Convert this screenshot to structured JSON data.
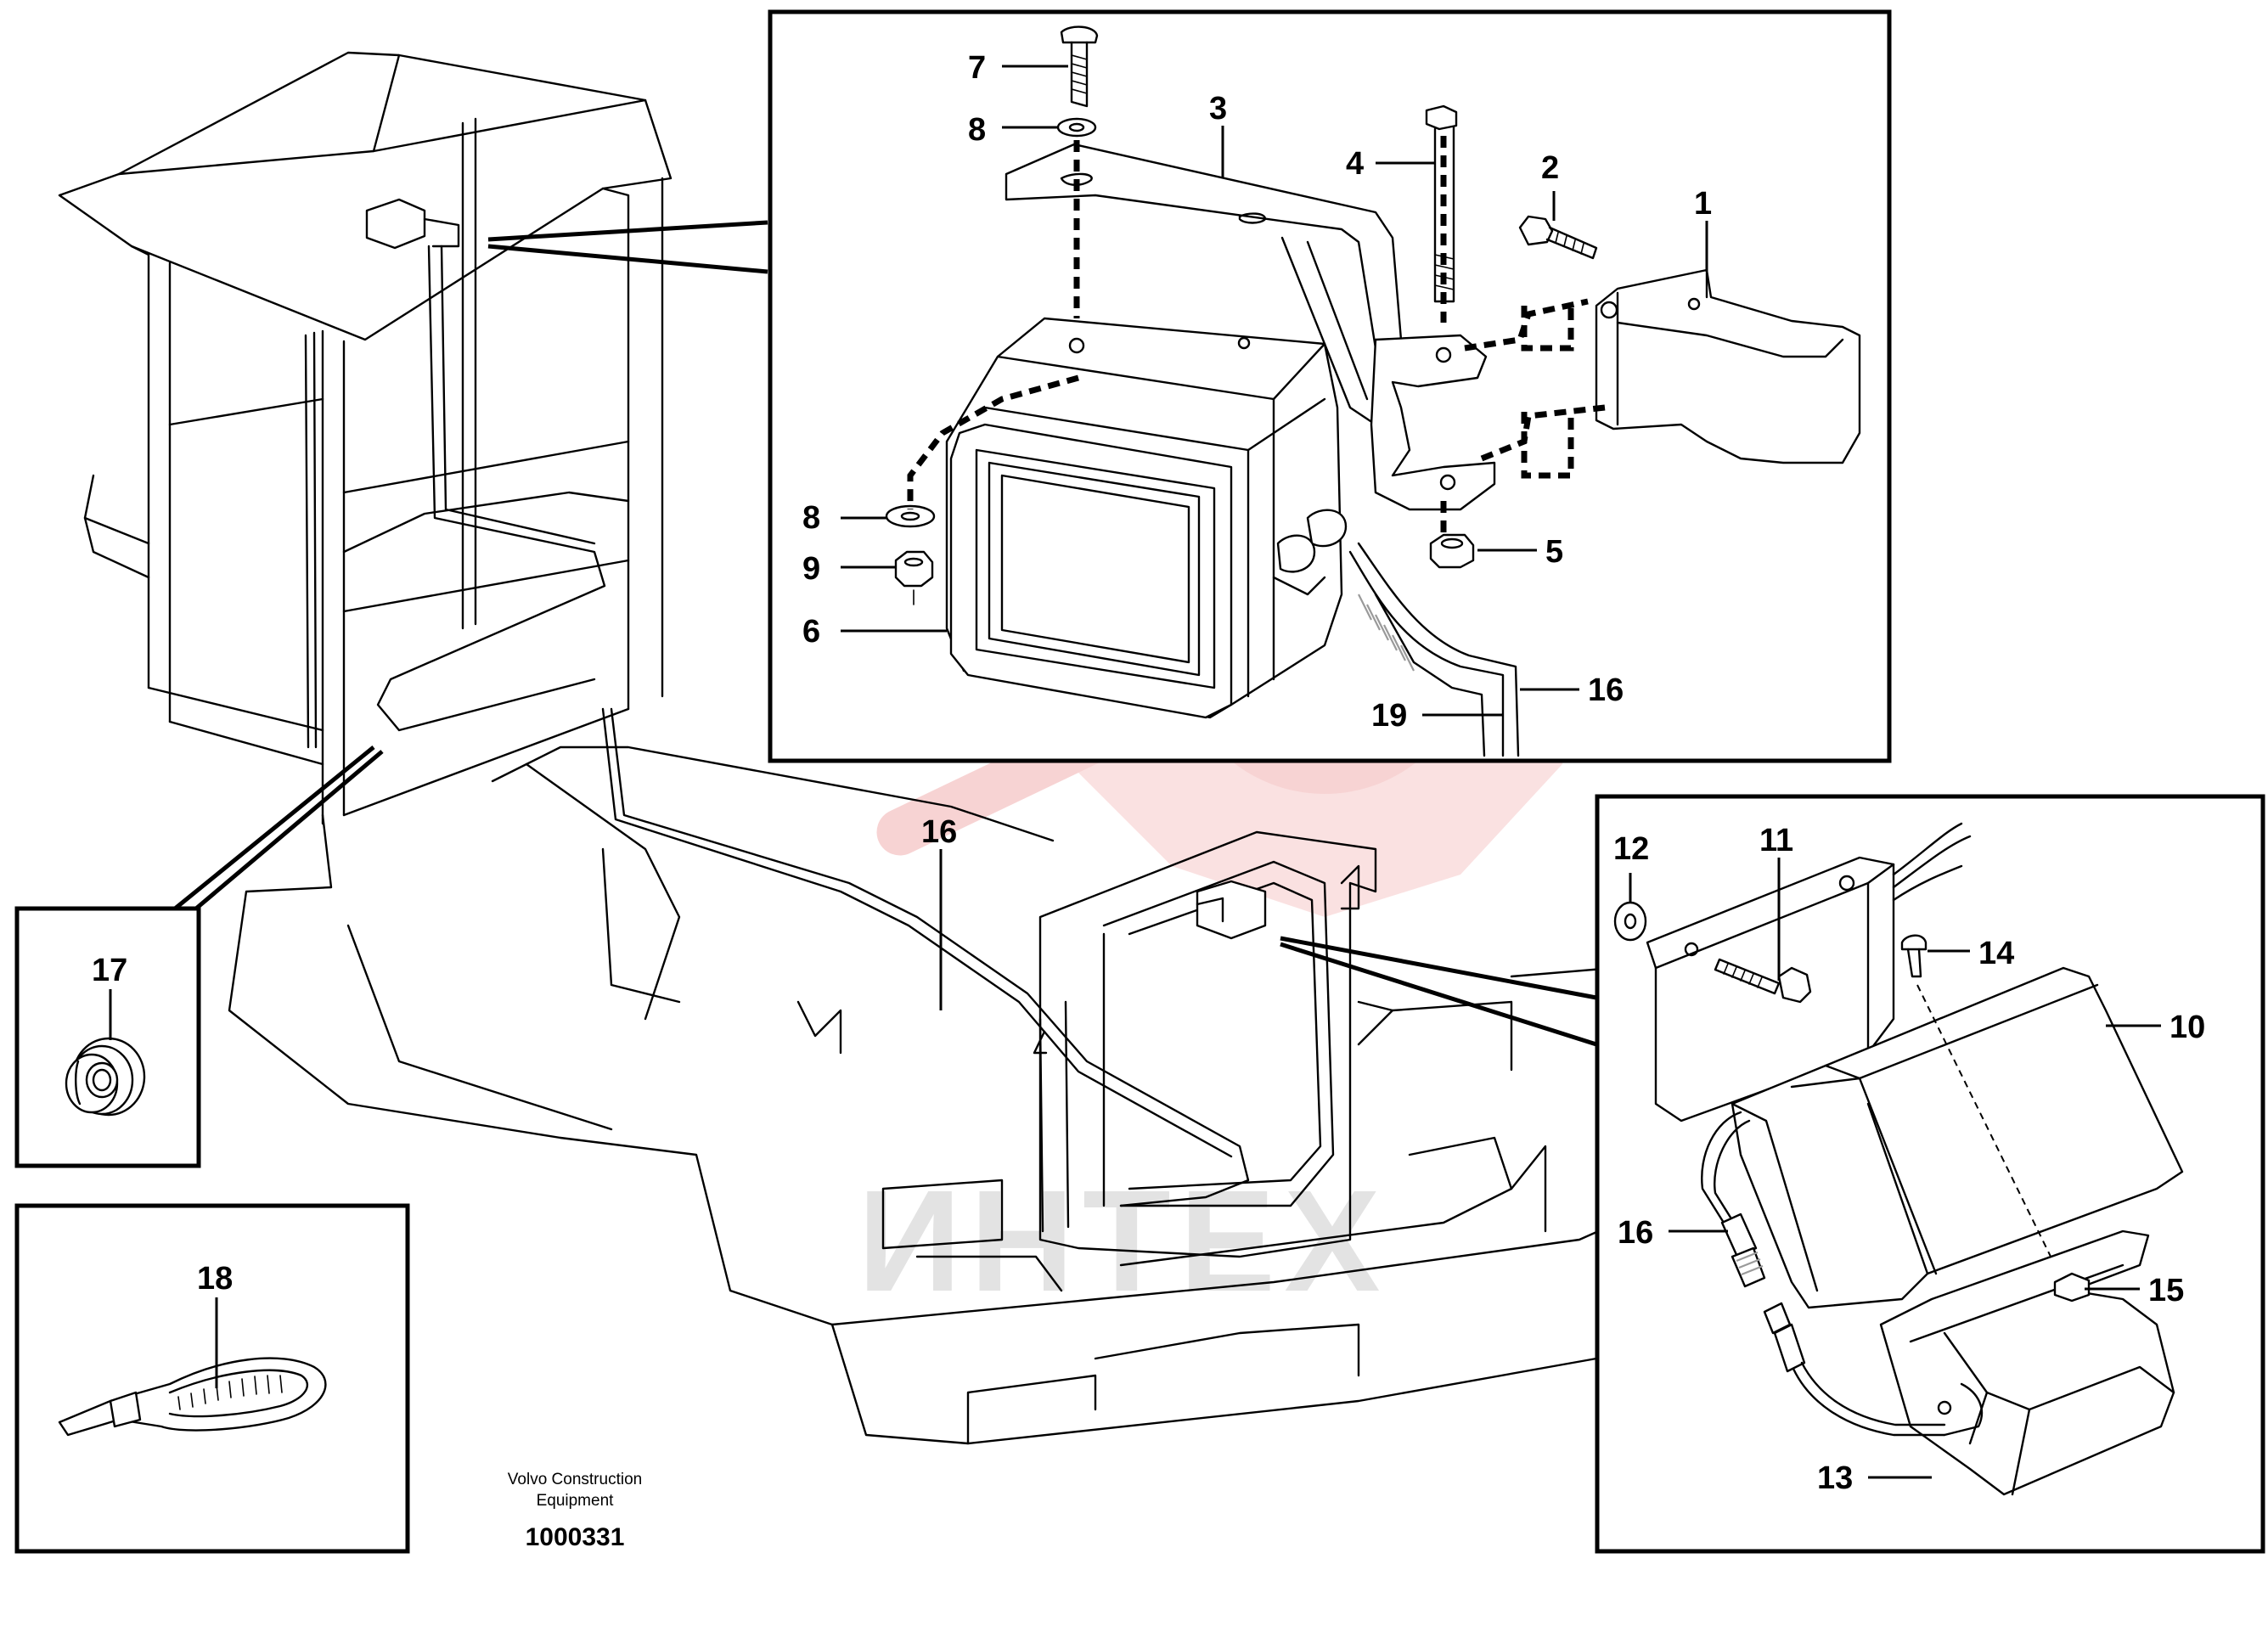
{
  "diagram": {
    "watermark": "ИНТЕХ",
    "footer": {
      "brand_line1": "Volvo Construction",
      "brand_line2": "Equipment",
      "drawing_number": "1000331"
    },
    "callouts": {
      "c1": "1",
      "c2": "2",
      "c3": "3",
      "c4": "4",
      "c5": "5",
      "c6": "6",
      "c7": "7",
      "c8a": "8",
      "c8b": "8",
      "c9": "9",
      "c10": "10",
      "c11": "11",
      "c12": "12",
      "c13": "13",
      "c14": "14",
      "c15": "15",
      "c16a": "16",
      "c16b": "16",
      "c16c": "16",
      "c17": "17",
      "c18": "18",
      "c19": "19"
    },
    "colors": {
      "line": "#000000",
      "watermark_red": "#f2b8b8",
      "watermark_gray": "#e3e3e3"
    }
  }
}
